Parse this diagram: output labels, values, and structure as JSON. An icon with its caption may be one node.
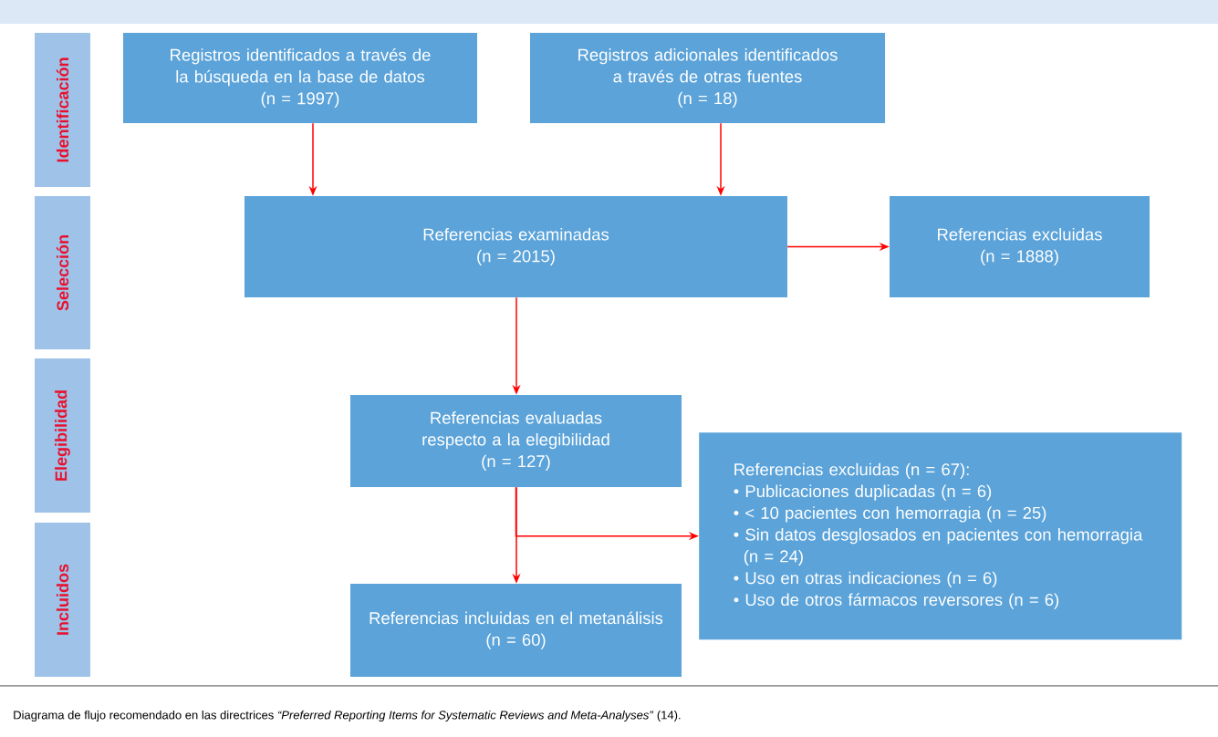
{
  "diagram": {
    "caption": "Diagrama de flujo recomendado en las directrices *“Preferred Reporting Items for Systematic Reviews and Meta-Analyses”* (14).",
    "nodes": [
      {
        "text": [
          "Identificación"
        ]
      },
      {
        "text": [
          "Selección"
        ]
      },
      {
        "text": [
          "Elegibilidad"
        ]
      },
      {
        "text": [
          "Incluidos"
        ]
      },
      {
        "text": [
          "Registros identificados a través de la búsqueda en la base de datos",
          "(n = 1997)"
        ]
      },
      {
        "text": [
          "Registros adicionales identificados a través de otras fuentes",
          "(n = 18)"
        ]
      },
      {
        "text": [
          "Referencias examinadas",
          "(n = 2015)"
        ]
      },
      {
        "text": [
          "Referencias excluidas",
          "(n = 1888)"
        ]
      },
      {
        "text": [
          "Referencias evaluadas respecto a la elegibilidad",
          "(n = 127)"
        ]
      },
      {
        "text": [
          "Referencias excluidas (n = 67):",
          "• Publicaciones duplicadas (n = 6)",
          "• < 10 pacientes con hemorragia (n = 25)",
          "• Sin datos desglosados en pacientes con hemorragia (n = 24)",
          "• Uso en otras indicaciones (n = 6)",
          "• Uso de otros fármacos reversores (n = 6)"
        ]
      },
      {
        "text": [
          "Referencias incluidas en el metanálisis",
          "(n = 60)"
        ]
      }
    ],
    "edges": [
      {
        "from": 4,
        "to": 6,
        "arrow": "to"
      },
      {
        "from": 5,
        "to": 6,
        "arrow": "to"
      },
      {
        "from": 6,
        "to": 7,
        "arrow": "to"
      },
      {
        "from": 6,
        "to": 8,
        "arrow": "to"
      },
      {
        "from": 8,
        "to": 10,
        "arrow": "to"
      },
      {
        "from": 8,
        "to": 9,
        "arrow": "to"
      }
    ]
  }
}
